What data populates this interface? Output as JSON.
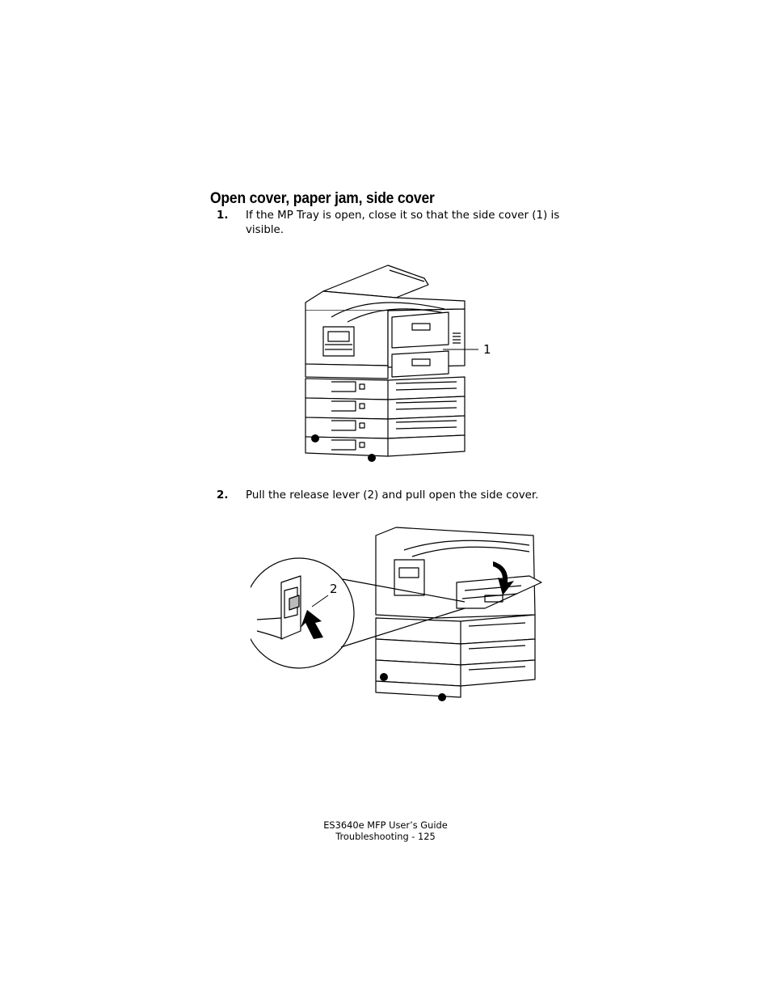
{
  "heading": "Open cover, paper jam, side cover",
  "steps": [
    {
      "number": "1.",
      "text": "If the MP Tray is open, close it so that the side cover (1) is visible."
    },
    {
      "number": "2.",
      "text": "Pull the release lever (2) and pull open the side cover."
    }
  ],
  "figures": [
    {
      "callout": "1"
    },
    {
      "callout": "2"
    }
  ],
  "footer": {
    "line1": "ES3640e MFP User’s Guide",
    "line2": "Troubleshooting - 125"
  }
}
